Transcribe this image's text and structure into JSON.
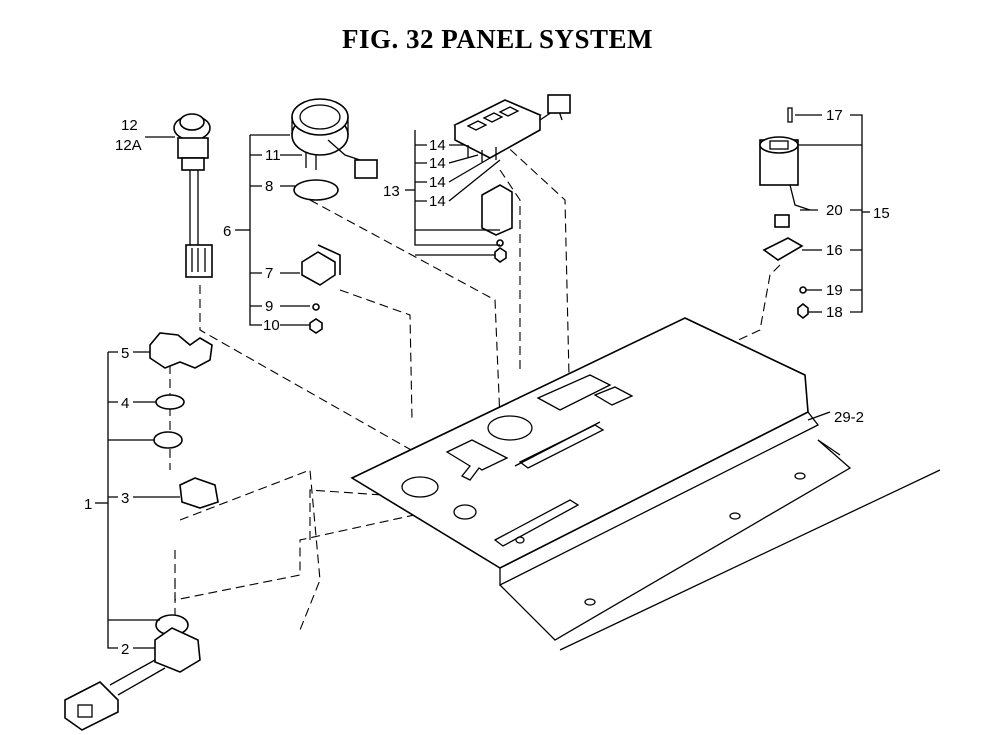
{
  "title": "FIG. 32  PANEL SYSTEM",
  "callouts": {
    "c1": "1",
    "c2": "2",
    "c3": "3",
    "c4": "4",
    "c5": "5",
    "c6": "6",
    "c7": "7",
    "c8": "8",
    "c9": "9",
    "c10": "10",
    "c11": "11",
    "c12": "12",
    "c12a": "12A",
    "c13": "13",
    "c14a": "14",
    "c14b": "14",
    "c14c": "14",
    "c14d": "14",
    "c15": "15",
    "c16": "16",
    "c17": "17",
    "c18": "18",
    "c19": "19",
    "c20": "20",
    "c29": "29-2"
  }
}
